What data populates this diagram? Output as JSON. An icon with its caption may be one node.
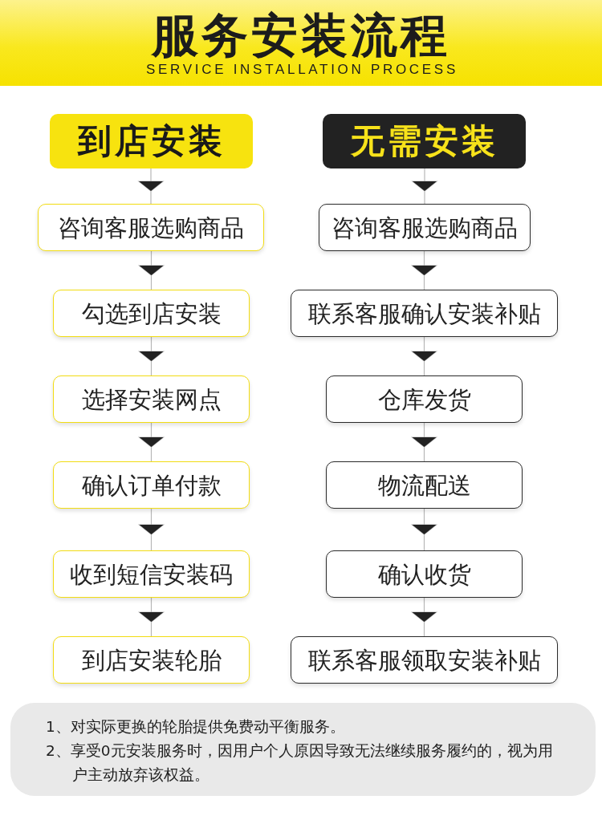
{
  "diagram": {
    "title": "服务安装流程",
    "nodes": [
      {
        "text": [
          "到店安装"
        ]
      },
      {
        "text": [
          "咨询客服选购商品"
        ]
      },
      {
        "text": [
          "勾选到店安装"
        ]
      },
      {
        "text": [
          "选择安装网点"
        ]
      },
      {
        "text": [
          "确认订单付款"
        ]
      },
      {
        "text": [
          "收到短信安装码"
        ]
      },
      {
        "text": [
          "到店安装轮胎"
        ]
      },
      {
        "text": [
          "无需安装"
        ]
      },
      {
        "text": [
          "咨询客服选购商品"
        ]
      },
      {
        "text": [
          "联系客服确认安装补贴"
        ]
      },
      {
        "text": [
          "仓库发货"
        ]
      },
      {
        "text": [
          "物流配送"
        ]
      },
      {
        "text": [
          "确认收货"
        ]
      },
      {
        "text": [
          "联系客服领取安装补贴"
        ]
      },
      {
        "text": [
          "1、对实际更换的轮胎提供免费动平衡服务。",
          "2、享受0元安装服务时，因用户个人原因导致无法继续服务履约的，视为用户主动放弃该权益。"
        ]
      }
    ],
    "edges": [
      {
        "from": 0,
        "to": 1,
        "arrow": "to"
      },
      {
        "from": 1,
        "to": 2,
        "arrow": "to"
      },
      {
        "from": 2,
        "to": 3,
        "arrow": "to"
      },
      {
        "from": 3,
        "to": 4,
        "arrow": "to"
      },
      {
        "from": 4,
        "to": 5,
        "arrow": "to"
      },
      {
        "from": 5,
        "to": 6,
        "arrow": "to"
      },
      {
        "from": 7,
        "to": 8,
        "arrow": "to"
      },
      {
        "from": 8,
        "to": 9,
        "arrow": "to"
      },
      {
        "from": 9,
        "to": 10,
        "arrow": "to"
      },
      {
        "from": 10,
        "to": 11,
        "arrow": "to"
      },
      {
        "from": 11,
        "to": 12,
        "arrow": "to"
      },
      {
        "from": 12,
        "to": 13,
        "arrow": "to"
      }
    ],
    "labels": [
      "SERVICE INSTALLATION PROCESS"
    ]
  }
}
